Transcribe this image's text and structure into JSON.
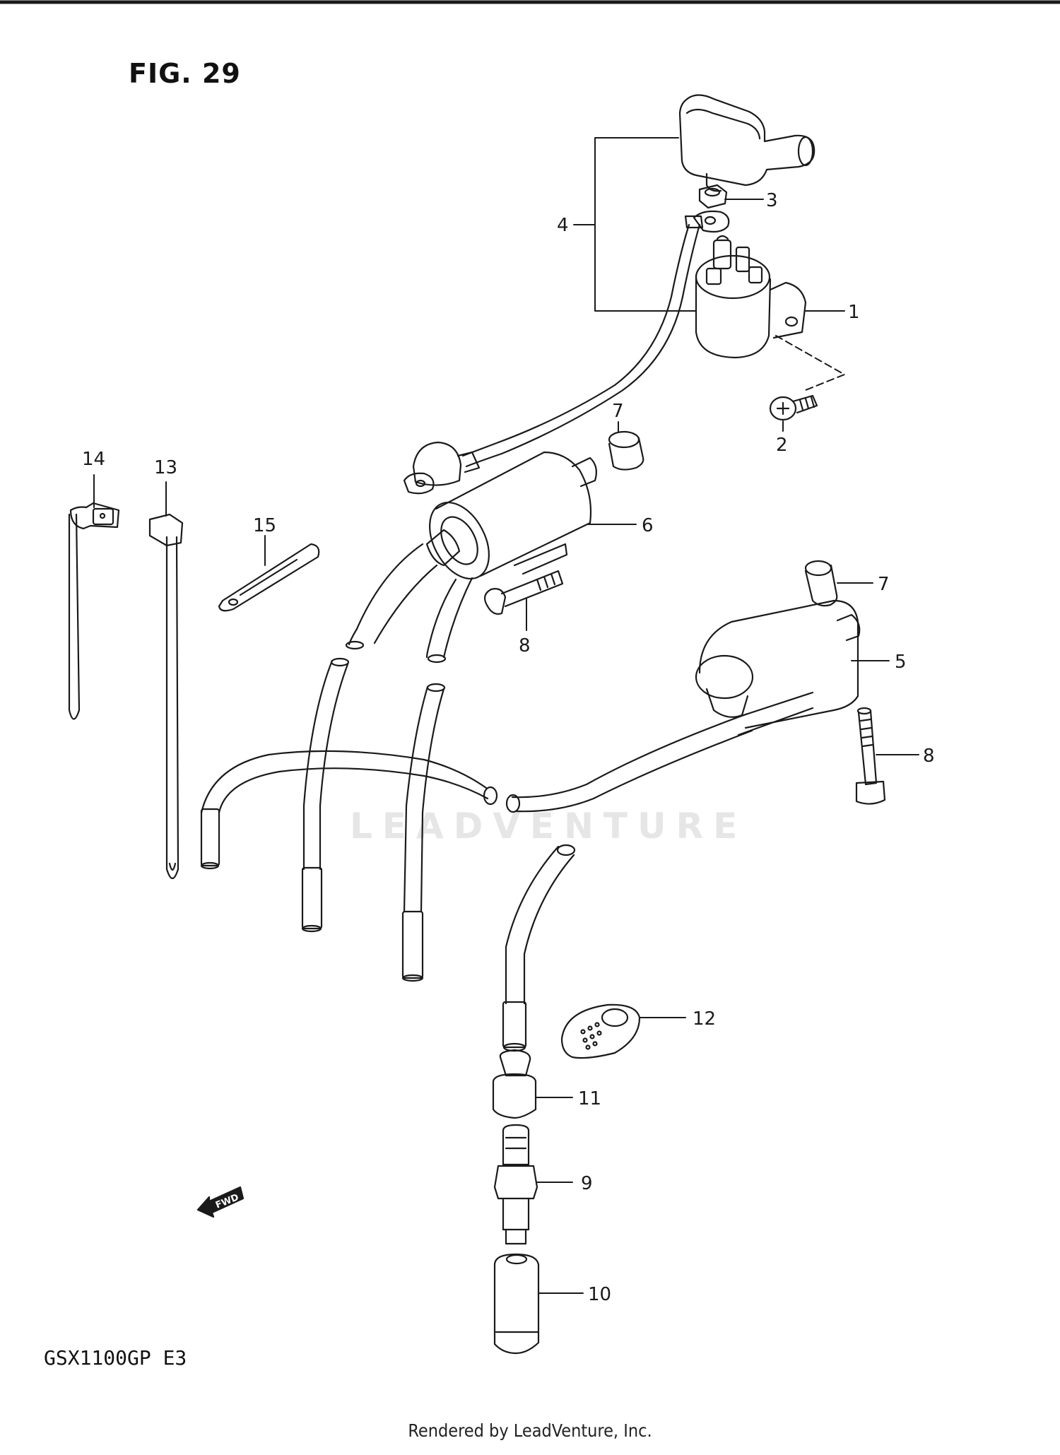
{
  "figure_title": "FIG. 29",
  "model_code": "GSX1100GP E3",
  "footer": "Rendered by LeadVenture, Inc.",
  "watermark": "LEADVENTURE",
  "fwd_label": "FWD",
  "callouts": [
    {
      "id": "1",
      "label": "1"
    },
    {
      "id": "2",
      "label": "2"
    },
    {
      "id": "3",
      "label": "3"
    },
    {
      "id": "4",
      "label": "4"
    },
    {
      "id": "5",
      "label": "5"
    },
    {
      "id": "6",
      "label": "6"
    },
    {
      "id": "7a",
      "label": "7"
    },
    {
      "id": "7b",
      "label": "7"
    },
    {
      "id": "8a",
      "label": "8"
    },
    {
      "id": "8b",
      "label": "8"
    },
    {
      "id": "9",
      "label": "9"
    },
    {
      "id": "10",
      "label": "10"
    },
    {
      "id": "11",
      "label": "11"
    },
    {
      "id": "12",
      "label": "12"
    },
    {
      "id": "13",
      "label": "13"
    },
    {
      "id": "14",
      "label": "14"
    },
    {
      "id": "15",
      "label": "15"
    }
  ],
  "colors": {
    "line": "#1a1a1a",
    "paper": "#ffffff",
    "watermark": "#e6e6e6"
  }
}
